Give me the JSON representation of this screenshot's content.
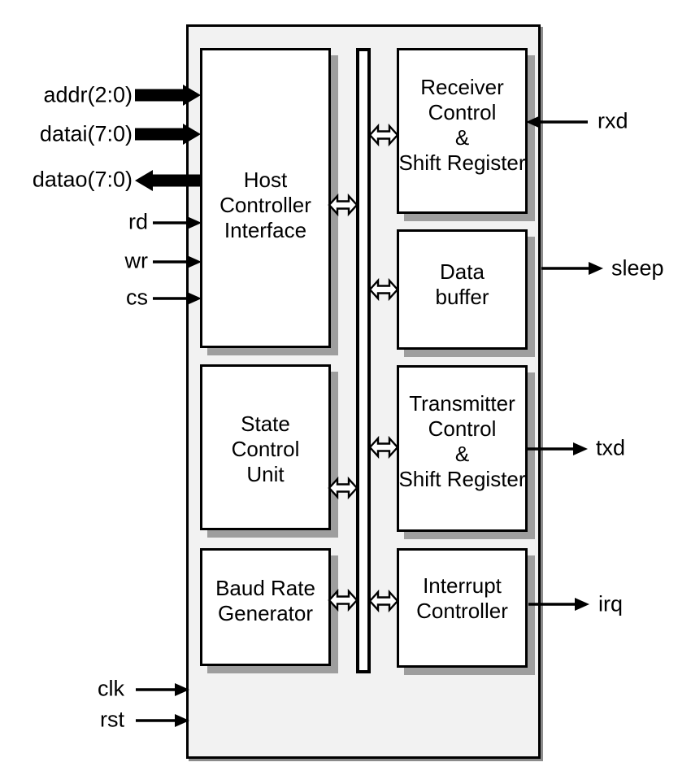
{
  "colors": {
    "background": "#ffffff",
    "chip_fill": "#f2f2f2",
    "block_fill": "#ffffff",
    "line": "#000000",
    "shadow": "#9e9e9e"
  },
  "chip": {
    "blocks": [
      {
        "id": "host-controller-interface",
        "lines": [
          "Host",
          "Controller",
          "Interface"
        ]
      },
      {
        "id": "state-control-unit",
        "lines": [
          "State",
          "Control",
          "Unit"
        ]
      },
      {
        "id": "baud-rate-generator",
        "lines": [
          "Baud Rate",
          "Generator"
        ]
      },
      {
        "id": "receiver-control-shift-register",
        "lines": [
          "Receiver",
          "Control",
          "&",
          "Shift Register"
        ]
      },
      {
        "id": "data-buffer",
        "lines": [
          "Data",
          "buffer"
        ]
      },
      {
        "id": "transmitter-control-shift-register",
        "lines": [
          "Transmitter",
          "Control",
          "&",
          "Shift Register"
        ]
      },
      {
        "id": "interrupt-controller",
        "lines": [
          "Interrupt",
          "Controller"
        ]
      }
    ]
  },
  "signals": {
    "left": [
      {
        "label": "addr(2:0)",
        "direction": "input",
        "style": "wide-bus"
      },
      {
        "label": "datai(7:0)",
        "direction": "input",
        "style": "wide-bus"
      },
      {
        "label": "datao(7:0)",
        "direction": "output",
        "style": "wide-bus"
      },
      {
        "label": "rd",
        "direction": "input",
        "style": "wire"
      },
      {
        "label": "wr",
        "direction": "input",
        "style": "wire"
      },
      {
        "label": "cs",
        "direction": "input",
        "style": "wire"
      },
      {
        "label": "clk",
        "direction": "input",
        "style": "wire"
      },
      {
        "label": "rst",
        "direction": "input",
        "style": "wire"
      }
    ],
    "right": [
      {
        "label": "rxd",
        "direction": "input",
        "style": "wire"
      },
      {
        "label": "sleep",
        "direction": "output",
        "style": "wire"
      },
      {
        "label": "txd",
        "direction": "output",
        "style": "wire"
      },
      {
        "label": "irq",
        "direction": "output",
        "style": "wire"
      }
    ]
  }
}
